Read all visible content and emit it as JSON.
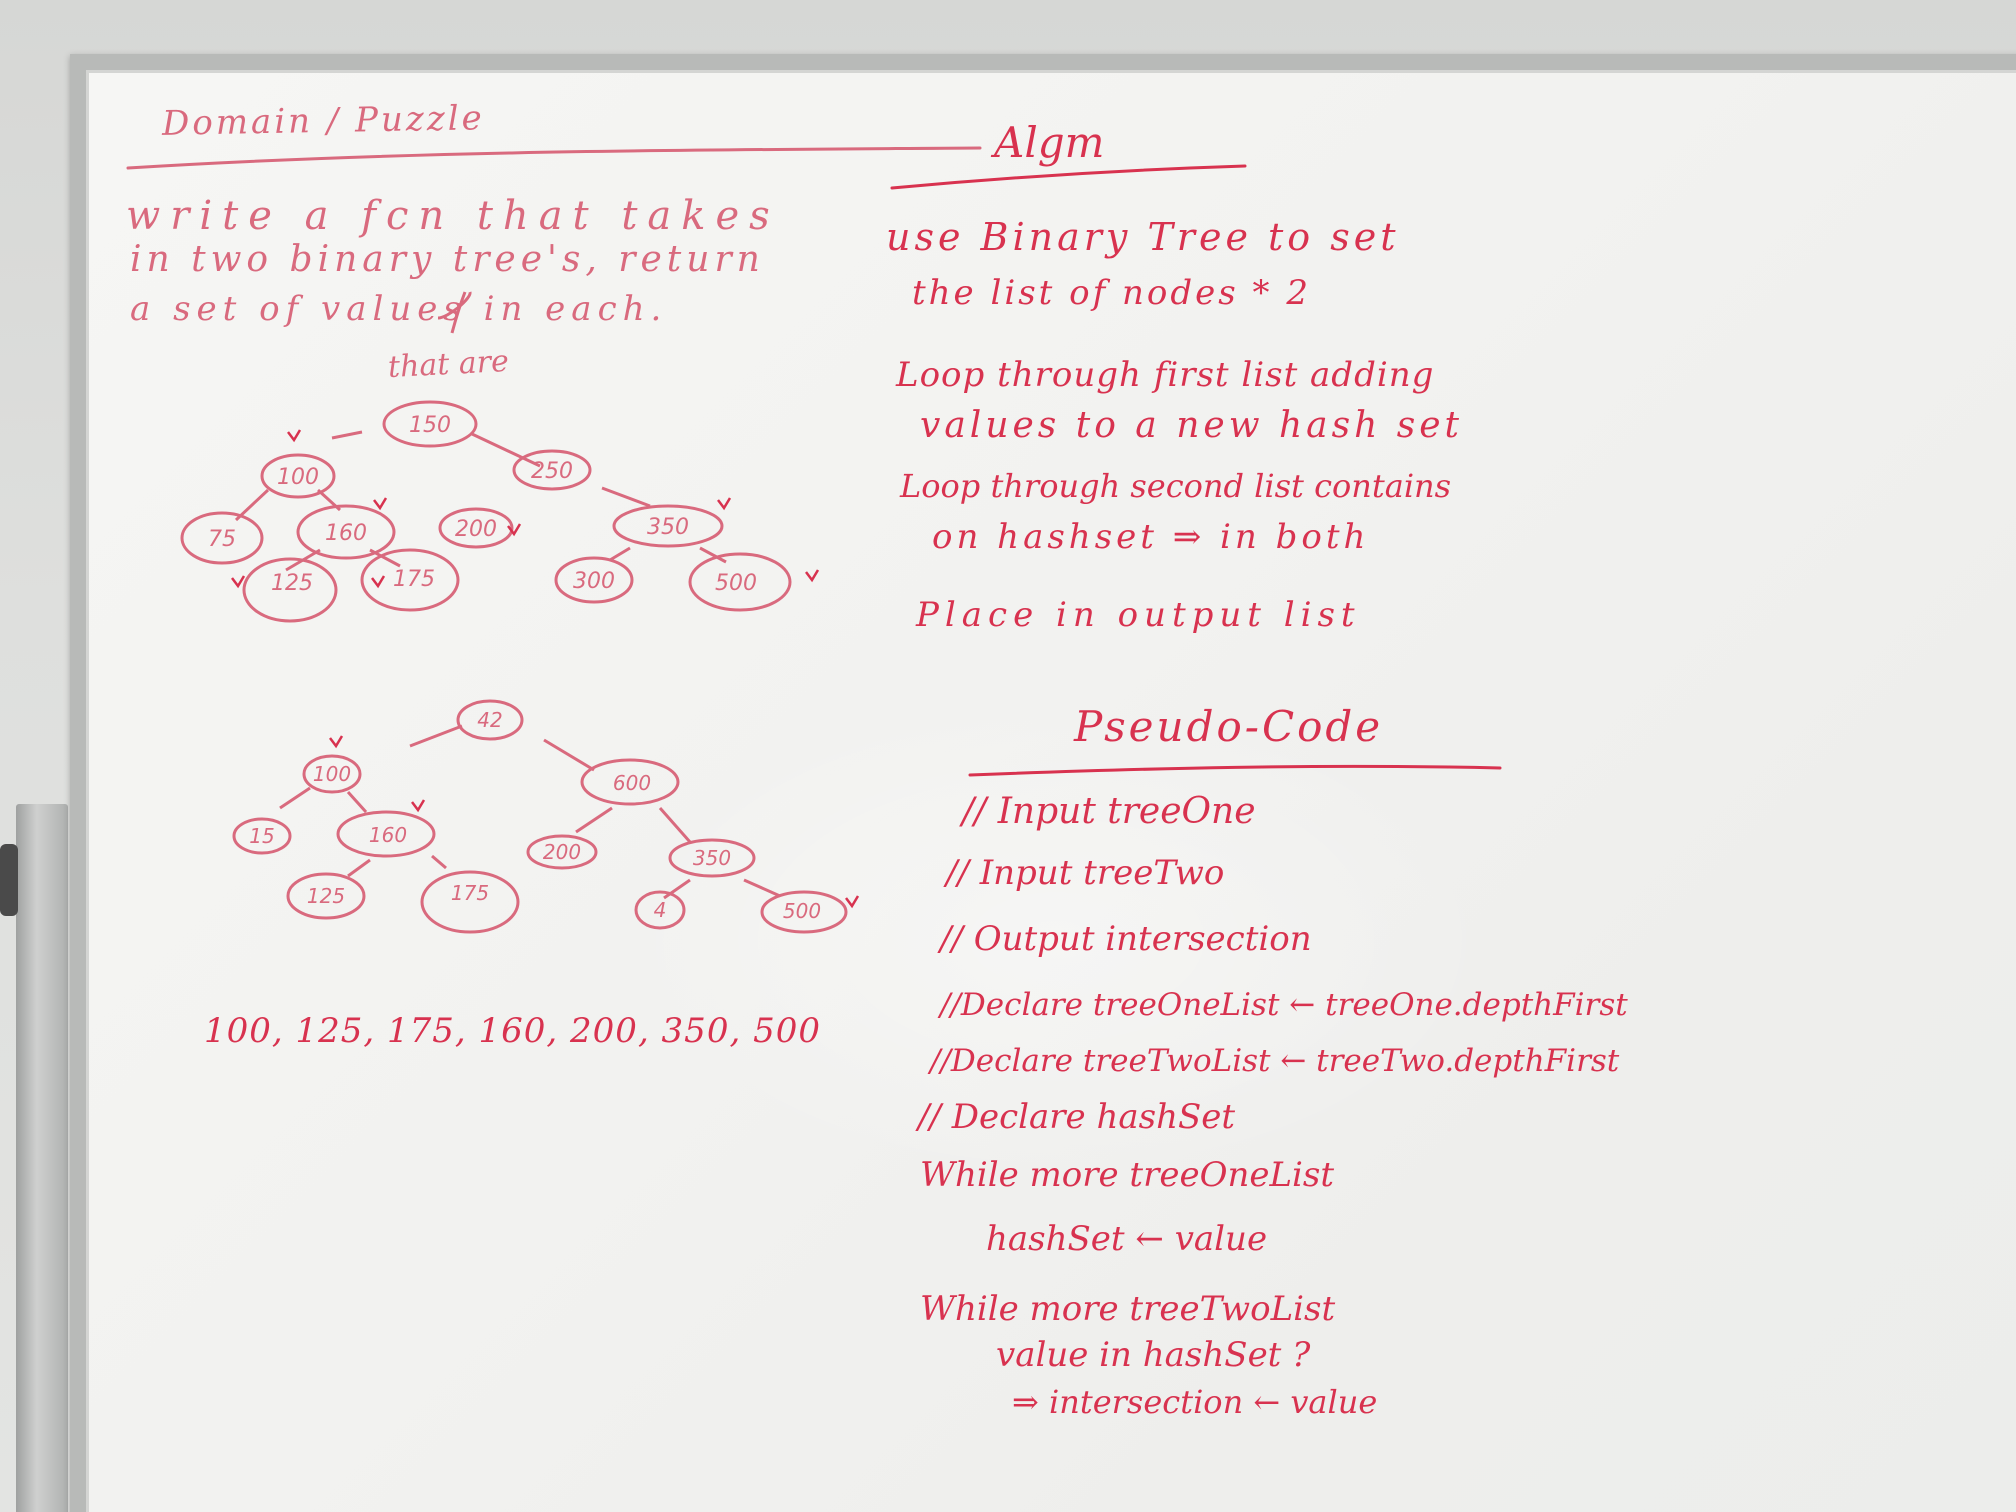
{
  "left": {
    "heading": "Domain / Puzzle",
    "problem_lines": [
      "write a fcn that takes",
      "in two binary tree's, return",
      "a set of values in each."
    ],
    "insert_note": "that are"
  },
  "tree1": {
    "nodes": [
      "150",
      "100",
      "250",
      "75",
      "160",
      "200",
      "350",
      "125",
      "175",
      "300",
      "500"
    ]
  },
  "tree2": {
    "nodes": [
      "42",
      "100",
      "600",
      "15",
      "160",
      "200",
      "350",
      "125",
      "175",
      "4",
      "500"
    ]
  },
  "result": "100, 125, 175, 160, 200, 350, 500",
  "algorithm": {
    "heading": "Algm",
    "lines": [
      "use Binary Tree to set",
      "the list of nodes * 2",
      "Loop through first list adding",
      "values to a new hash set",
      "Loop through second list contains",
      "on hashset ⇒ in both",
      "Place in output list"
    ]
  },
  "pseudocode": {
    "heading": "Pseudo-Code",
    "lines": [
      "// Input treeOne",
      "// Input treeTwo",
      "// Output intersection",
      "//Declare treeOneList ← treeOne.depthFirst",
      "//Declare treeTwoList ← treeTwo.depthFirst",
      "// Declare hashSet",
      "While more treeOneList",
      "hashSet ← value",
      "While more treeTwoList",
      "value in hashSet ?",
      "⇒ intersection ← value"
    ]
  },
  "colors": {
    "marker": "#d8324f",
    "marker_faint": "#d96a7e",
    "board": "#f3f3f1",
    "frame": "#b8bab8"
  }
}
